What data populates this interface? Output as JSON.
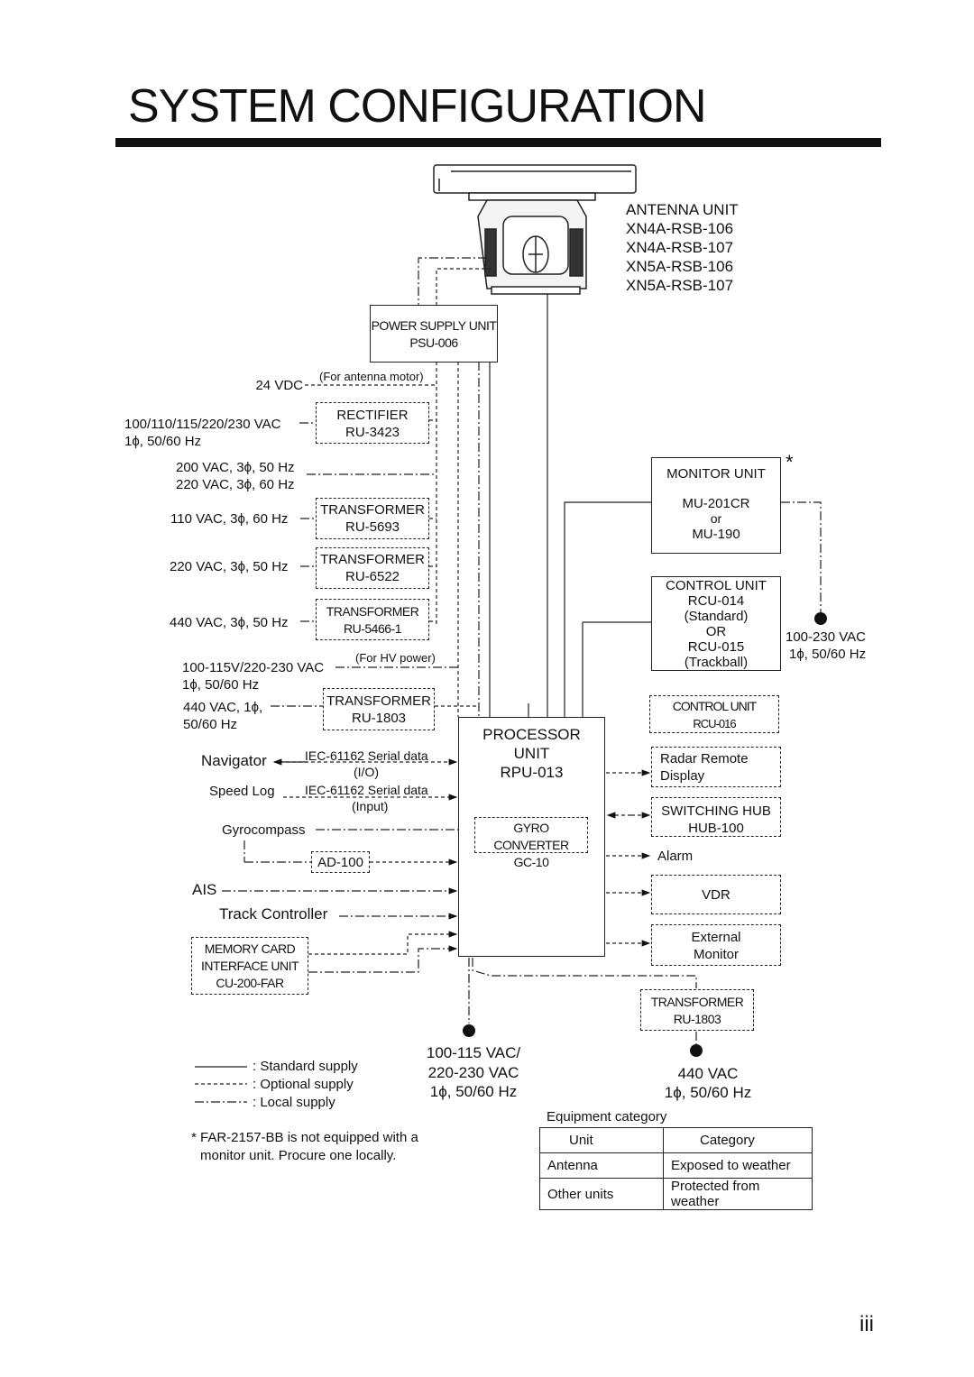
{
  "title": "SYSTEM CONFIGURATION",
  "antenna": {
    "label": "ANTENNA UNIT",
    "models": [
      "XN4A-RSB-106",
      "XN4A-RSB-107",
      "XN5A-RSB-106",
      "XN5A-RSB-107"
    ]
  },
  "psu": {
    "name": "POWER SUPPLY UNIT",
    "model": "PSU-006"
  },
  "power_inputs": {
    "vdc24": "24 VDC",
    "motor_note": "(For antenna motor)",
    "rectifier_in_1": "100/110/115/220/230 VAC",
    "rectifier_in_2": "1ϕ, 50/60 Hz",
    "rectifier_name": "RECTIFIER",
    "rectifier_model": "RU-3423",
    "three_phase_1": "200 VAC, 3ϕ, 50 Hz",
    "three_phase_2": "220 VAC, 3ϕ, 60 Hz",
    "tr1_in": "110 VAC, 3ϕ, 60 Hz",
    "tr1_name": "TRANSFORMER",
    "tr1_model": "RU-5693",
    "tr2_in": "220 VAC, 3ϕ, 50 Hz",
    "tr2_name": "TRANSFORMER",
    "tr2_model": "RU-6522",
    "tr3_in": "440 VAC, 3ϕ, 50 Hz",
    "tr3_name": "TRANSFORMER",
    "tr3_model": "RU-5466-1",
    "hv_in_1": "100-115V/220-230 VAC",
    "hv_in_2": "1ϕ, 50/60 Hz",
    "hv_note": "(For HV power)",
    "tr4_in_1": "440 VAC, 1ϕ,",
    "tr4_in_2": "50/60 Hz",
    "tr4_name": "TRANSFORMER",
    "tr4_model": "RU-1803"
  },
  "processor": {
    "line1": "PROCESSOR",
    "line2": "UNIT",
    "model": "RPU-013"
  },
  "left_io": {
    "navigator": "Navigator",
    "nav_data_1": "IEC-61162 Serial data",
    "nav_data_2": "(I/O)",
    "speed_log": "Speed Log",
    "log_data_1": "IEC-61162 Serial data",
    "log_data_2": "(Input)",
    "gyrocompass": "Gyrocompass",
    "ad100": "AD-100",
    "gyro_conv_name": "GYRO CONVERTER",
    "gyro_conv_model": "GC-10",
    "ais": "AIS",
    "track_controller": "Track Controller",
    "memcard_1": "MEMORY CARD",
    "memcard_2": "INTERFACE UNIT",
    "memcard_3": "CU-200-FAR"
  },
  "right_io": {
    "monitor_name": "MONITOR UNIT",
    "monitor_model_1": "MU-201CR",
    "monitor_or": "or",
    "monitor_model_2": "MU-190",
    "asterisk": "*",
    "mon_power_1": "100-230 VAC",
    "mon_power_2": "1ϕ, 50/60 Hz",
    "control_name": "CONTROL UNIT",
    "control_model_1": "RCU-014",
    "control_std": "(Standard)",
    "control_or": "OR",
    "control_model_2": "RCU-015",
    "control_tb": "(Trackball)",
    "control2_name": "CONTROL UNIT",
    "control2_model": "RCU-016",
    "radar_remote_1": "Radar Remote",
    "radar_remote_2": "Display",
    "hub_name": "SWITCHING HUB",
    "hub_model": "HUB-100",
    "alarm": "Alarm",
    "vdr": "VDR",
    "ext_mon_1": "External",
    "ext_mon_2": "Monitor",
    "tr5_name": "TRANSFORMER",
    "tr5_model": "RU-1803"
  },
  "bottom_power": {
    "left_1": "100-115 VAC/",
    "left_2": "220-230 VAC",
    "left_3": "1ϕ, 50/60 Hz",
    "right_1": "440 VAC",
    "right_2": "1ϕ, 50/60 Hz"
  },
  "legend": {
    "standard": ": Standard supply",
    "optional": ": Optional supply",
    "local": ": Local supply"
  },
  "footnote_1": "* FAR-2157-BB is not equipped with a",
  "footnote_2": "monitor unit. Procure one locally.",
  "equipment_category": {
    "caption": "Equipment category",
    "headers": [
      "Unit",
      "Category"
    ],
    "rows": [
      [
        "Antenna",
        "Exposed to weather"
      ],
      [
        "Other units",
        "Protected from weather"
      ]
    ]
  },
  "page_number": "iii"
}
